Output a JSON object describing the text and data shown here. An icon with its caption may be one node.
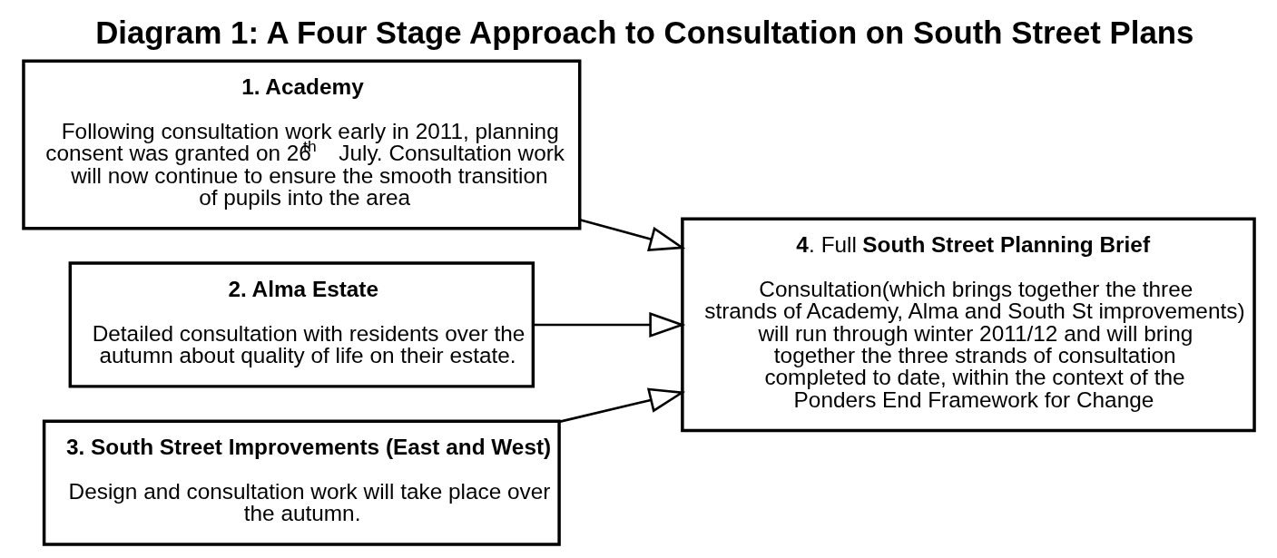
{
  "diagram": {
    "title": "Diagram 1: A Four Stage Approach to Consultation on South Street Plans",
    "nodes": [
      {
        "text": [
          "1. Academy",
          "Following consultation work early in 2011, planning consent was granted on 26$^{th}$ July. Consultation work will now continue to ensure the smooth transition of pupils into the area"
        ]
      },
      {
        "text": [
          "2. Alma Estate",
          "Detailed consultation with residents over the autumn about quality of life on their estate."
        ]
      },
      {
        "text": [
          "3. South Street Improvements (East and West)",
          "Design and consultation work will take place over the autumn."
        ]
      },
      {
        "text": [
          "**4**. Full **South Street Planning Brief**",
          "Consultation(which brings together the three strands of Academy, Alma and South St improvements) will run through winter 2011/12 and will bring together the three strands of consultation completed to date, within the context of the Ponders End Framework for Change"
        ]
      }
    ],
    "edges": [
      {
        "from": 0,
        "to": 3,
        "arrow": "to"
      },
      {
        "from": 1,
        "to": 3,
        "arrow": "to"
      },
      {
        "from": 2,
        "to": 3,
        "arrow": "to"
      }
    ]
  }
}
